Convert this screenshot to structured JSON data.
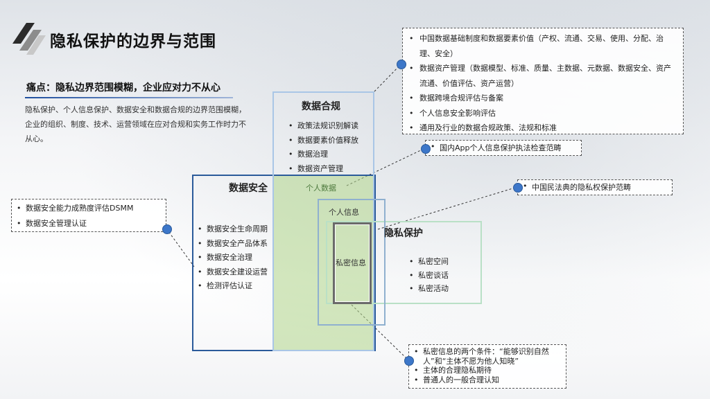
{
  "title": "隐私保护的边界与范围",
  "pain_point": {
    "heading": "痛点：隐私边界范围模糊，企业应对力不从心",
    "text": "隐私保护、个人信息保护、数据安全和数据合规的边界范围模糊，企业的组织、制度、技术、运营领域在应对合规和实务工作时力不从心。"
  },
  "regions": {
    "compliance": {
      "label": "数据合规",
      "items": [
        "政策法规识别解读",
        "数据要素价值释放",
        "数据治理",
        "数据资产管理"
      ]
    },
    "security": {
      "label": "数据安全",
      "items": [
        "数据安全生命周期",
        "数据安全产品体系",
        "数据安全治理",
        "数据安全建设运营",
        "检测评估认证"
      ]
    },
    "personal_data": {
      "label": "个人数据"
    },
    "personal_info": {
      "label": "个人信息"
    },
    "privacy": {
      "label": "隐私保护",
      "items": [
        "私密空间",
        "私密谈话",
        "私密活动"
      ]
    },
    "secret_info": {
      "label": "私密信息"
    }
  },
  "callouts": {
    "top": [
      "中国数据基础制度和数据要素价值（产权、流通、交易、使用、分配、治理、安全）",
      "数据资产管理（数据模型、标准、质量、主数据、元数据、数据安全、资产流通、价值评估、资产运营）",
      "数据跨境合规评估与备案",
      "个人信息安全影响评估",
      "通用及行业的数据合规政策、法规和标准"
    ],
    "app": [
      "国内App个人信息保护执法检查范畴"
    ],
    "civil_code": [
      "中国民法典的隐私权保护范畴"
    ],
    "left": [
      "数据安全能力成熟度评估DSMM",
      "数据安全管理认证"
    ],
    "bottom": [
      "私密信息的两个条件：“能够识别自然人”和“主体不愿为他人知晓”",
      "主体的合理隐私期待",
      "普通人的一般合理认知"
    ]
  },
  "colors": {
    "accent_blue": "#2a5a9a",
    "dot_blue": "#3d77c9",
    "personal_green": "#b0d68a",
    "privacy_green": "#b9e0c6",
    "compliance_blue": "#a9c6e6"
  }
}
